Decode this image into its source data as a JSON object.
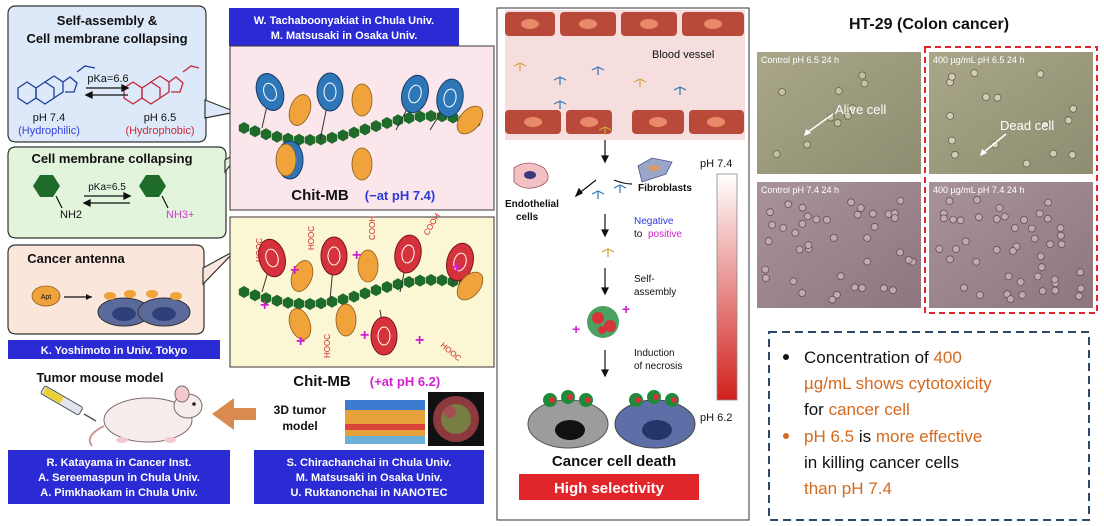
{
  "bubble_assembly": {
    "title_line1": "Self-assembly &",
    "title_line2": "Cell membrane collapsing",
    "pka": "pKa=6.6",
    "left_ph": "pH 7.4",
    "left_state": "(Hydrophilic)",
    "right_ph": "pH 6.5",
    "right_state": "(Hydrophobic)"
  },
  "bubble_collapse": {
    "title": "Cell membrane collapsing",
    "pka": "pKa=6.5",
    "left_group": "NH2",
    "right_group": "NH3+"
  },
  "bubble_antenna": {
    "title": "Cancer antenna",
    "apt": "Apt"
  },
  "credits": {
    "top": [
      "W. Tachaboonyakiat in Chula Univ.",
      "M. Matsusaki in Osaka Univ."
    ],
    "tokyo": "K. Yoshimoto in Univ. Tokyo",
    "bottom_left": [
      "R. Katayama in Cancer Inst.",
      "A. Sereemaspun in Chula Univ.",
      "A. Pimkhaokam in Chula Univ."
    ],
    "bottom_mid": [
      "S. Chirachanchai in Chula Univ.",
      "M. Matsusaki in Osaka Univ.",
      "U. Ruktanonchai in NANOTEC"
    ]
  },
  "polymer_top": {
    "label": "Chit-MB",
    "charge": "(−at pH 7.4)"
  },
  "polymer_bottom": {
    "label": "Chit-MB",
    "charge": "(+at pH 6.2)",
    "cooh": "COOH",
    "hooc": "HOOC",
    "plus": "+"
  },
  "tumor_mouse": {
    "title": "Tumor mouse model"
  },
  "tumor_3d": {
    "line1": "3D tumor",
    "line2": "model"
  },
  "mechanism": {
    "blood_vessel": "Blood vessel",
    "ph_top": "pH 7.4",
    "ph_bottom": "pH 6.2",
    "endothelial": [
      "Endothelial",
      "cells"
    ],
    "fibroblasts": "Fibroblasts",
    "negative": "Negative",
    "to": "to",
    "positive": "positive",
    "self_assembly": [
      "Self-",
      "assembly"
    ],
    "induction": [
      "Induction",
      "of necrosis"
    ],
    "death": "Cancer cell death",
    "selectivity": "High selectivity"
  },
  "micrographs": {
    "title": "HT-29 (Colon cancer)",
    "panels": [
      "Control pH 6.5 24 h",
      "400 µg/mL pH 6.5 24 h",
      "Control pH 7.4 24 h",
      "400 µg/mL pH 7.4 24 h"
    ],
    "alive": "Alive cell",
    "dead": "Dead cell"
  },
  "summary": {
    "b1_l1_a": "Concentration of ",
    "b1_l1_b": "400",
    "b1_l2": "µg/mL shows cytotoxicity",
    "b1_l3_a": "for ",
    "b1_l3_b": "cancer cell",
    "b2_l1_a": "pH 6.5",
    "b2_l1_b": " is ",
    "b2_l1_c": "more effective",
    "b2_l2": "in killing cancer cells",
    "b2_l3": "than pH 7.4"
  },
  "colors": {
    "credit_bg": "#2b2bd6",
    "pink_panel": "#fbe6ec",
    "yellow_panel": "#fbf6d3",
    "green_bubble": "#e2f4dc",
    "orange_text": "#d46a1e",
    "selectivity_red": "#e0262a",
    "vessel_red": "#b94a3a"
  }
}
